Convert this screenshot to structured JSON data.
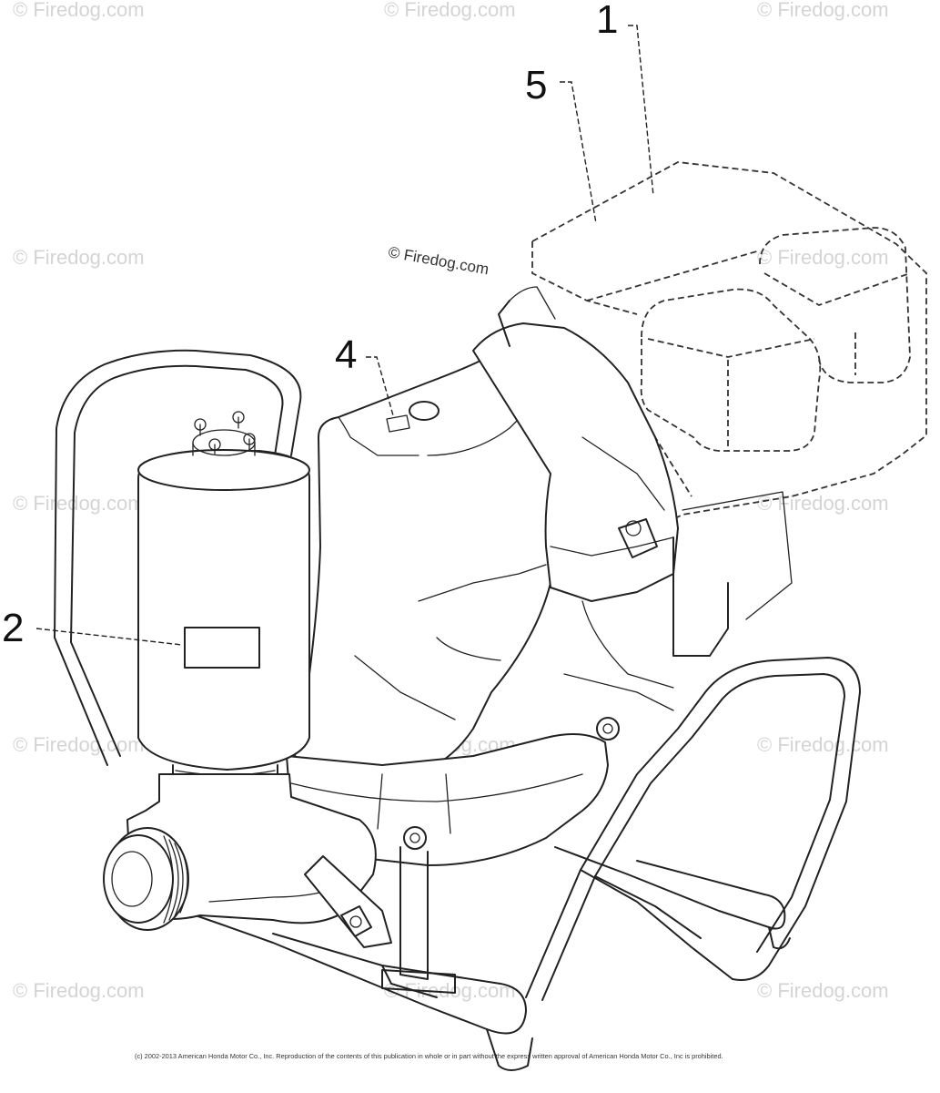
{
  "callouts": [
    {
      "label": "1",
      "part": "engine"
    },
    {
      "label": "5",
      "part": "engine-shroud"
    },
    {
      "label": "4",
      "part": "pump-label"
    },
    {
      "label": "2",
      "part": "tank-label"
    }
  ],
  "watermark_text": "© Firedog.com",
  "watermark_center": "© Firedog.com",
  "copyright_text": "(c) 2002-2013 American Honda Motor Co., Inc. Reproduction of the contents of this publication in whole or in part without the express written approval of American Honda Motor Co., Inc is prohibited."
}
